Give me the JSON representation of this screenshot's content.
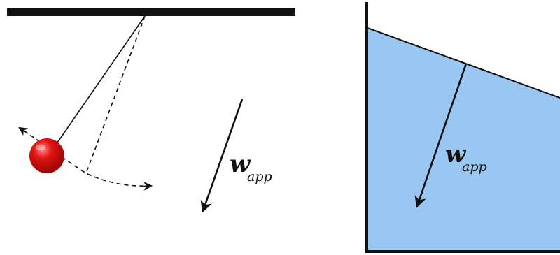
{
  "labels": {
    "left_weight_symbol": "w",
    "left_weight_subscript": "app",
    "right_weight_symbol": "w",
    "right_weight_subscript": "app"
  },
  "colors": {
    "water": "#99c7f1",
    "bob": "#d81414",
    "line": "#111111"
  }
}
